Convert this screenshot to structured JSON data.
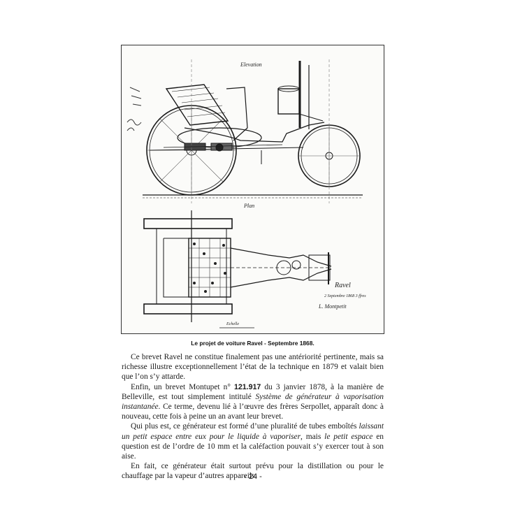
{
  "figure": {
    "caption": "Le projet de voiture Ravel - Septembre 1868.",
    "handwritten_annotations": [
      "Elevation",
      "Plan",
      "Ravel",
      "2 Septembre 1868 3 ffres",
      "L. Montpetit",
      "Echelle"
    ]
  },
  "paragraphs": {
    "p1": "Ce brevet Ravel ne constitue finalement pas une antériorité pertinente, mais sa richesse illustre exceptionnellement l’état de la technique en 1879 et valait bien que l’on s’y attarde.",
    "p2_before_number": "Enfin, un brevet Montupet n° ",
    "p2_number": "121.917",
    "p2_after_number": " du 3 janvier 1878, à la manière de Belleville, est tout simplement intitulé ",
    "p2_title": "Système de générateur à vaporisation instantanée",
    "p2_end": ". Ce terme, devenu lié à l’œuvre des frères Serpollet, apparaît donc à nouveau, cette fois à peine un an avant leur brevet.",
    "p3_start": "Qui plus est, ce générateur est formé d’une pluralité de tubes emboîtés ",
    "p3_italic1": "laissant un petit espace entre eux pour le liquide à vaporiser",
    "p3_mid": ", mais ",
    "p3_italic2": "le petit espace",
    "p3_end": " en question est de l’ordre de 10 mm et la caléfaction pouvait s’y exercer tout à son aise.",
    "p4": "En fait, ce générateur était surtout prévu pour la distillation ou pour le chauffage par la vapeur d’autres appareils."
  },
  "footer": {
    "page_number": "- 24 -"
  }
}
